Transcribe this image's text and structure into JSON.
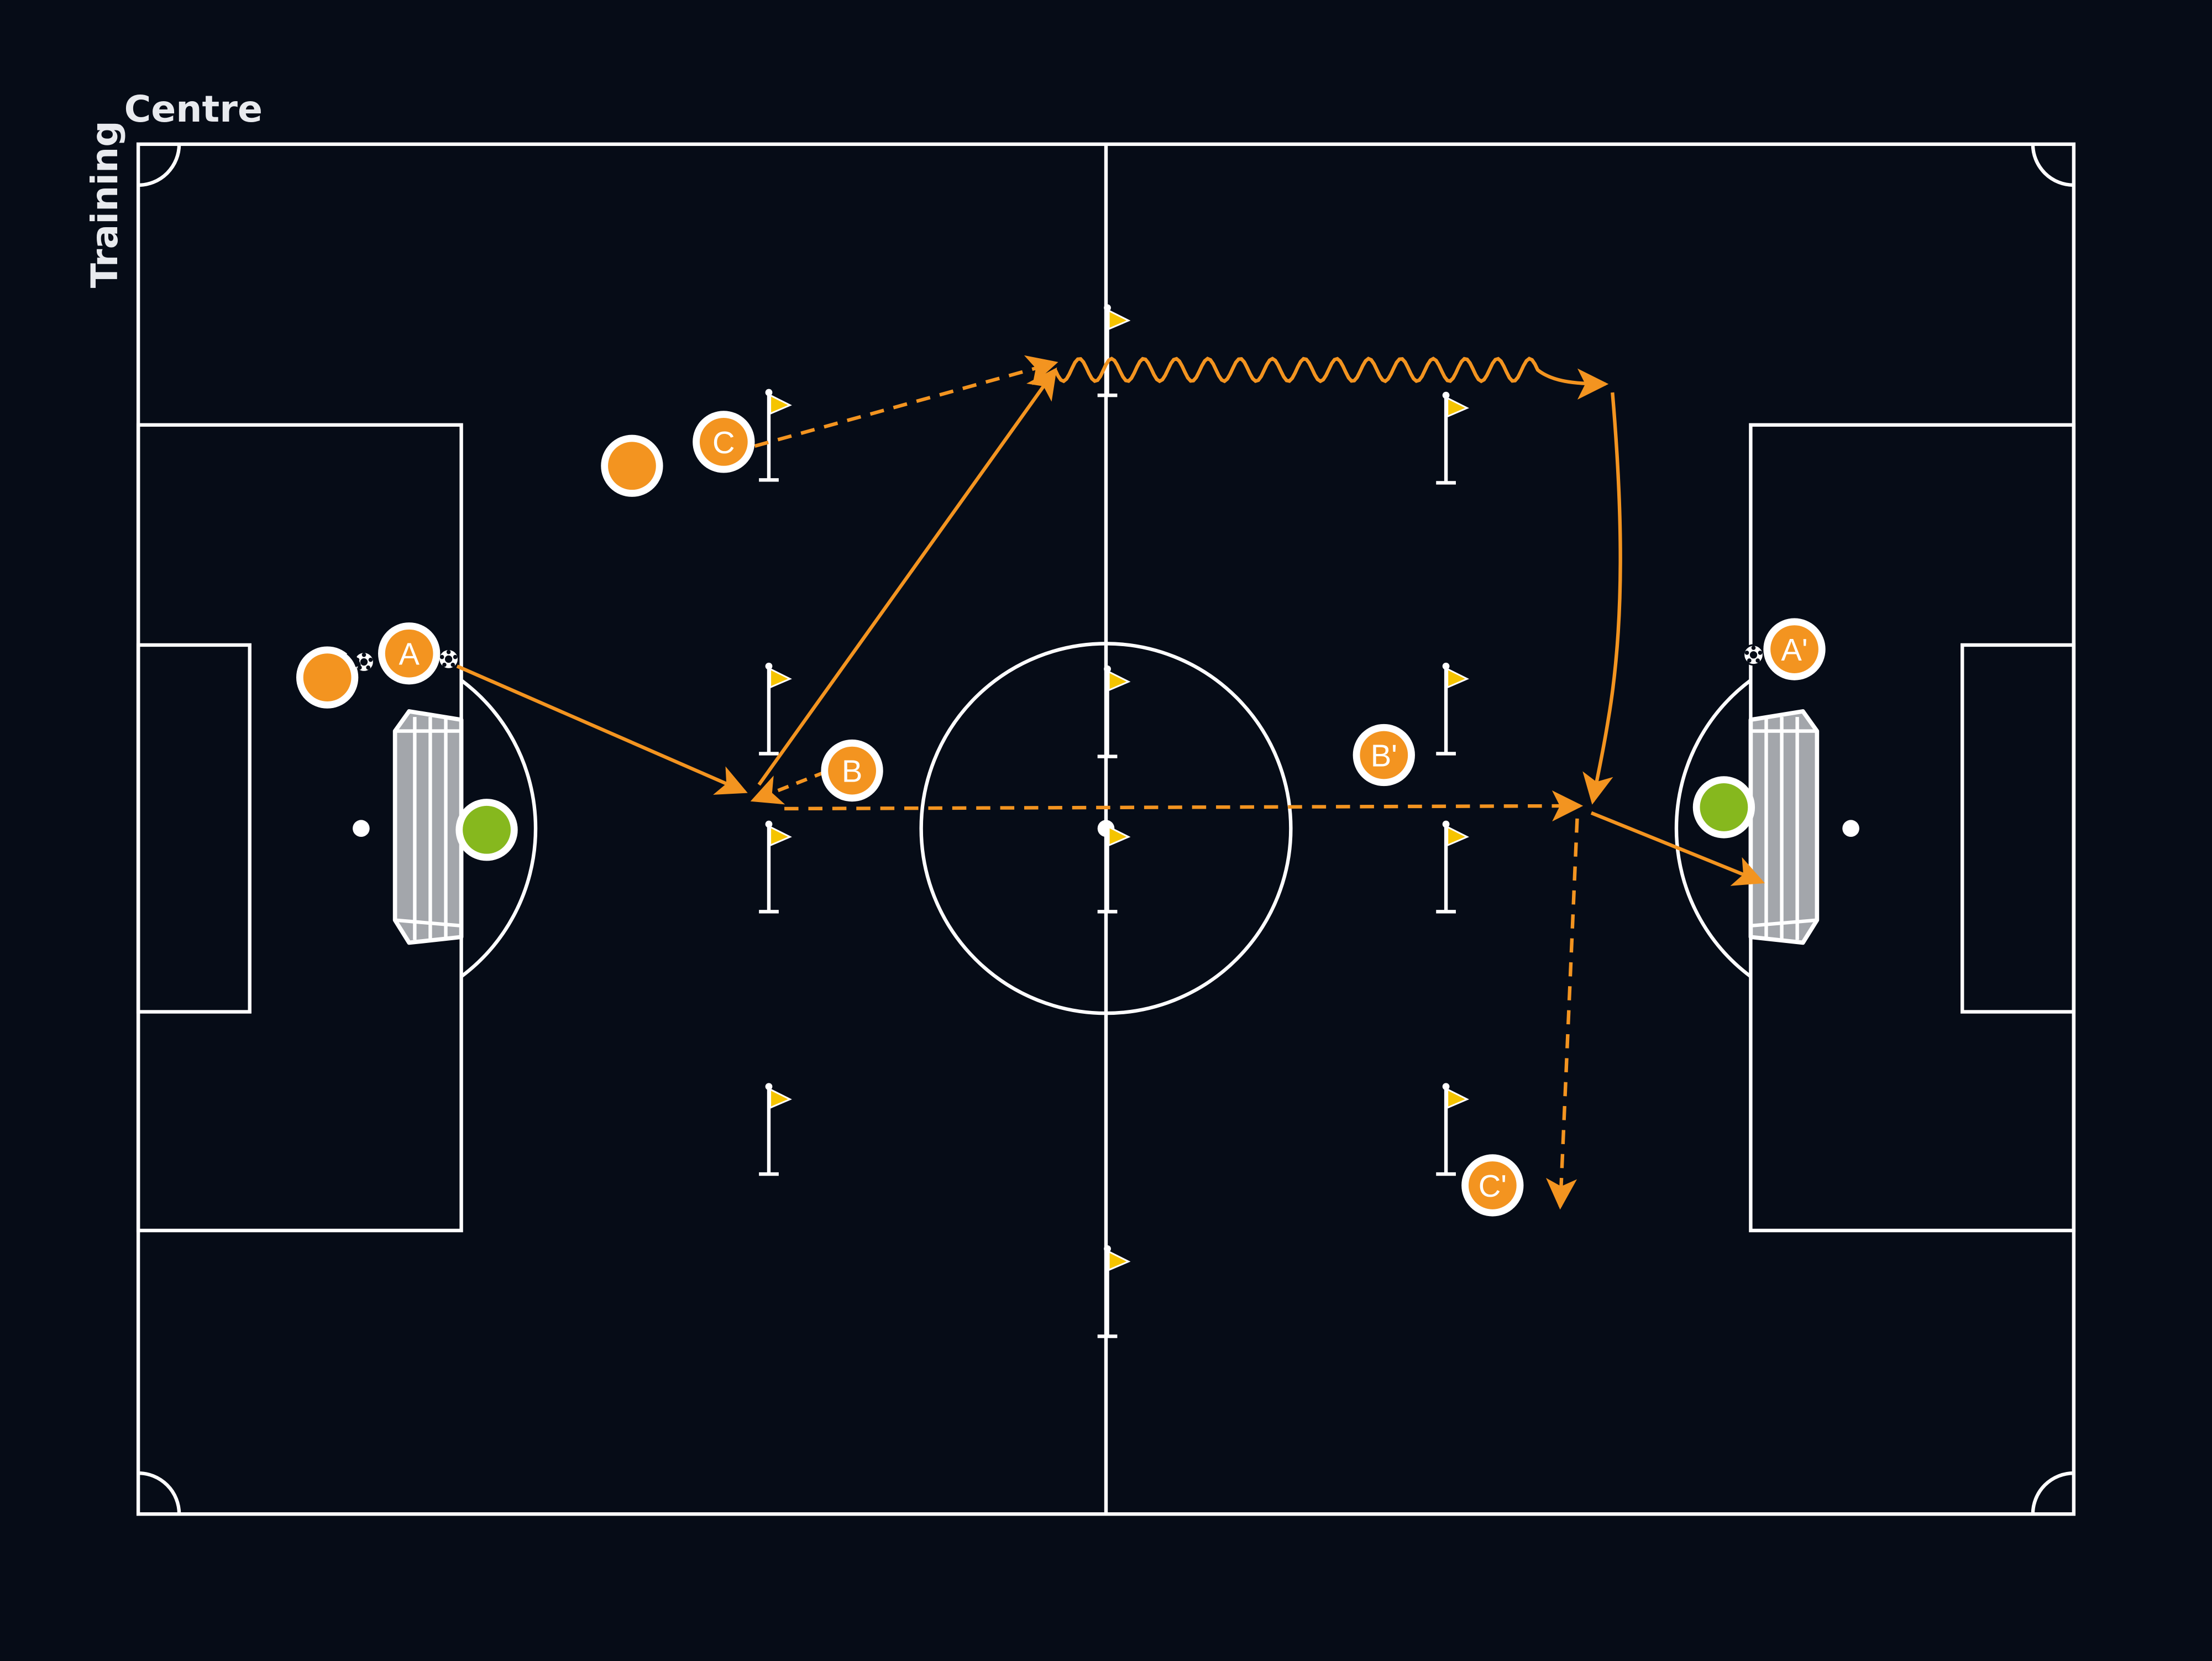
{
  "brand": {
    "line1": "Training",
    "line2": "Centre"
  },
  "colors": {
    "background": "#060c17",
    "lines": "#ffffff",
    "player": "#f39420",
    "keeper": "#86b81e",
    "flag": "#f5c400",
    "goal": "#a3a6ab"
  },
  "players": [
    {
      "id": "A",
      "label": "A"
    },
    {
      "id": "B",
      "label": "B"
    },
    {
      "id": "C",
      "label": "C"
    },
    {
      "id": "A2",
      "label": "A'"
    },
    {
      "id": "B2",
      "label": "B'"
    },
    {
      "id": "C2",
      "label": "C'"
    }
  ]
}
